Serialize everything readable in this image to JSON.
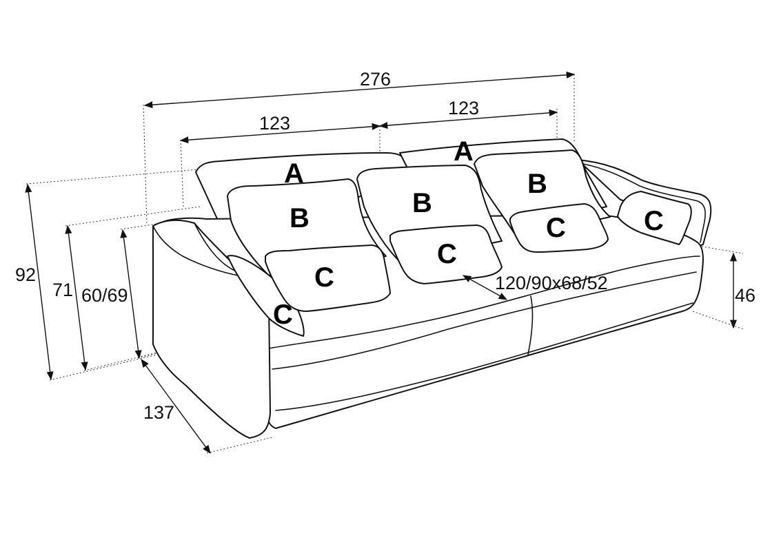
{
  "dimensions": {
    "total_width": "276",
    "left_section_width": "123",
    "right_section_width": "123",
    "total_height": "92",
    "back_height": "71",
    "armrest_height": "60/69",
    "seat_height": "46",
    "depth": "137",
    "bed_size": "120/90x68/52"
  },
  "labels": {
    "A": "A",
    "B": "B",
    "C": "C"
  },
  "colors": {
    "stroke": "#111111",
    "fill": "#ffffff"
  }
}
